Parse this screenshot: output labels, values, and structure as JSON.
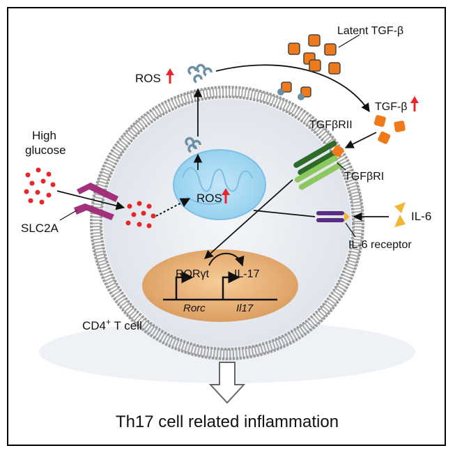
{
  "labels": {
    "latent_tgfb": "Latent TGF-β",
    "ros_top": "ROS",
    "tgfb": "TGF-β",
    "tgfbr2": "TGFβRII",
    "tgfbr1": "TGFβRI",
    "high_glucose_1": "High",
    "high_glucose_2": "glucose",
    "slc2a": "SLC2A",
    "ros_mito": "ROS",
    "il6": "IL-6",
    "il6_receptor": "IL-6 receptor",
    "roryt": "RORγt",
    "il17": "IL-17",
    "rorc": "Rorc",
    "il17_gene": "Il17",
    "cell_name": "CD4",
    "cell_sup": "+",
    "cell_suffix": " T cell",
    "outcome": "Th17 cell related inflammation"
  },
  "colors": {
    "membrane": "#9e9e9e",
    "cytoplasm": "#e9edf2",
    "mitochondrion": "#a9d7f1",
    "nucleus": "#e8b27c",
    "glucose": "#e8262a",
    "tgfb": "#f07a1a",
    "ros": "#6d8fa5",
    "slc2a": "#a3307a",
    "tgfbr2": "#2e6b2b",
    "tgfbr1": "#8dc85e",
    "il6r": "#5a2d82",
    "il6": "#f2b632",
    "up_arrow": "#e8262a"
  }
}
